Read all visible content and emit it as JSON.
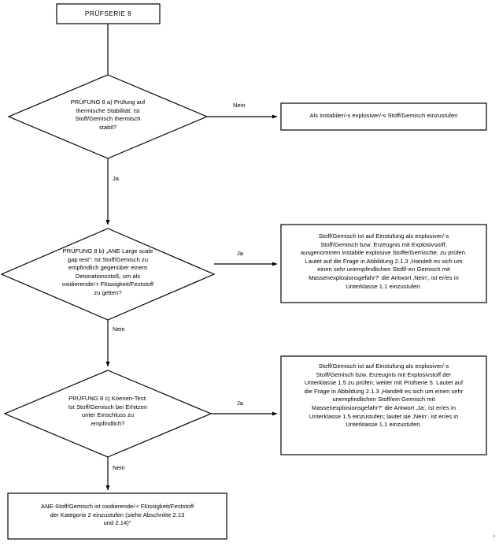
{
  "diagram": {
    "title_box": {
      "label": "PRÜFSERIE 8"
    },
    "decisions": [
      {
        "id": "test-8a",
        "label": "PRÜFUNG 8 a) Prüfung auf\nthermische Stabilität: Ist\nStoff/Gemisch thermisch\nstabil?"
      },
      {
        "id": "test-8b",
        "label": "PRÜFUNG 8 b) „ANE Large scale\ngap test“: Ist Stoff/Gemisch zu\nempfindlich gegenüber einem\nDetonationsstoß, um als\noxidierende/-r Flüssigkeit/Feststoff\nzu gelten?"
      },
      {
        "id": "test-8c",
        "label": "PRÜFUNG 8 c) Koenen-Test:\nIst Stoff/Gemisch bei Erhitzen\nunter Einschluss zu\nempfindlich?"
      }
    ],
    "outcomes": [
      {
        "id": "outcome-unstable-explosive",
        "label": "Als instabiler/-s explosiver/-s Stoff/Gemisch einzustufen"
      },
      {
        "id": "outcome-class-1-1",
        "label": "Stoff/Gemisch ist auf Einstufung als explosiver/-s\nStoff/Gemisch bzw. Erzeugnis mit Explosivstoff,\nausgenommen instabile explosive Stoffe/Gemische, zu prüfen.\nLautet auf die Frage in Abbildung 2.1.3 ‚Handelt es sich um\neinen sehr unempfindlichen Stoff/-en Gemisch mit\nMassenexplosionsgefahr?‘ die Antwort ‚Nein‘, ist er/es in\nUnterklasse 1.1 einzustufen."
      },
      {
        "id": "outcome-class-1-5",
        "label": "Stoff/Gemisch ist auf Einstufung als explosiver/-s\nStoff/Gemisch bzw. Erzeugnis mit Explosivstoff der\nUnterklasse 1.5 zu prüfen; weiter mit Prüfserie 5. Lautet auf\ndie Frage in Abbildung 2.1.3 ‚Handelt es sich um einen sehr\nunempfindlichen Stoff/ein Gemisch mit\nMassenexplosionsgefahr?‘ die Antwort ‚Ja‘, ist er/es in\nUnterklasse 1.5 einzustufen; lautet sie ‚Nein‘, ist er/es in\nUnterklasse 1.1 einzustufen."
      }
    ],
    "terminal": {
      "id": "terminal-oxidizing-category-2",
      "label": "ANE-Stoff/Gemisch ist oxidierende/-r Flüssigkeit/Feststoff\nder Kategorie 2 einzustufen (siehe Abschnitte 2.13\nund 2.14)\""
    },
    "edges": [
      {
        "id": "edge-8a-no",
        "label": "Nein"
      },
      {
        "id": "edge-8a-yes",
        "label": "Ja"
      },
      {
        "id": "edge-8b-yes",
        "label": "Ja"
      },
      {
        "id": "edge-8b-no",
        "label": "Nein"
      },
      {
        "id": "edge-8c-yes",
        "label": "Ja"
      },
      {
        "id": "edge-8c-no",
        "label": "Nein"
      }
    ],
    "corner_mark": "▪",
    "colors": {
      "stroke": "#000000",
      "background": "#ffffff",
      "text": "#000000"
    }
  }
}
